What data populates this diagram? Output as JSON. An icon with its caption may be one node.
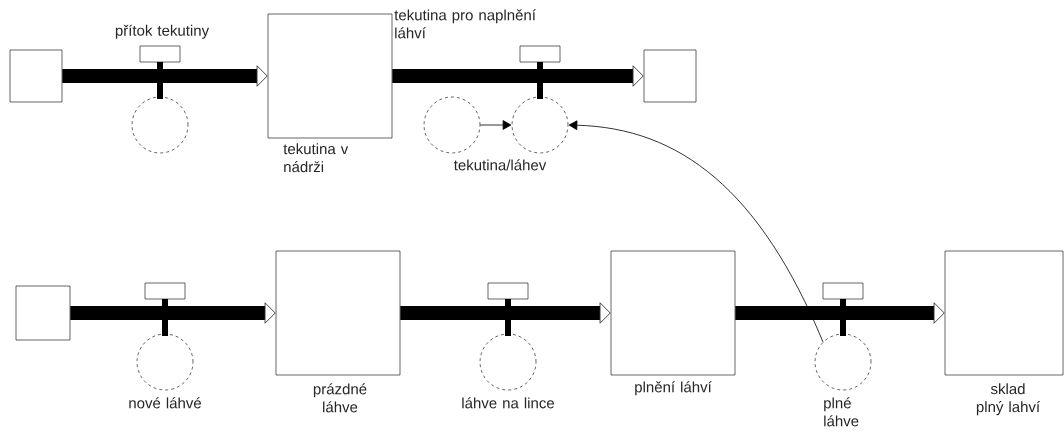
{
  "diagram": {
    "nodes": [
      {
        "text": [],
        "shape": "box"
      },
      {
        "text": [
          "přítok tekutiny"
        ]
      },
      {
        "text": [
          "tekutina v nádrži"
        ]
      },
      {
        "text": [
          "tekutina pro naplnění láhví"
        ]
      },
      {
        "text": [],
        "shape": "box"
      },
      {
        "text": [
          "tekutina/láhev"
        ]
      },
      {
        "text": [],
        "shape": "box"
      },
      {
        "text": [
          "nové láhvé"
        ]
      },
      {
        "text": [
          "prázdné láhve"
        ]
      },
      {
        "text": [
          "láhve na lince"
        ]
      },
      {
        "text": [
          "plnění láhví"
        ]
      },
      {
        "text": [
          "plné láhve"
        ]
      },
      {
        "text": [
          "sklad plný lahví"
        ]
      }
    ],
    "edges": [
      {
        "from": 0,
        "to": 2,
        "arrow": "to"
      },
      {
        "from": 2,
        "to": 4,
        "arrow": "to"
      },
      {
        "from": 5,
        "to": 3,
        "arrow": "to"
      },
      {
        "from": 11,
        "to": 3,
        "arrow": "to"
      },
      {
        "from": 6,
        "to": 8,
        "arrow": "to"
      },
      {
        "from": 8,
        "to": 10,
        "arrow": "to"
      },
      {
        "from": 10,
        "to": 12,
        "arrow": "to"
      }
    ]
  }
}
